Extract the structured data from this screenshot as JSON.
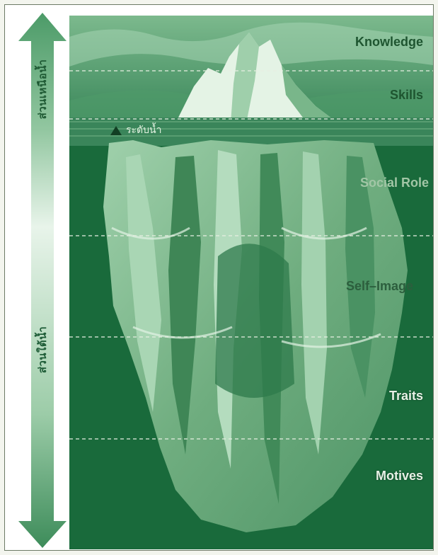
{
  "arrow_labels": {
    "above": "ส่วนเหนือน้ำ",
    "below": "ส่วนใต้น้ำ"
  },
  "waterline_label": "ระดับน้ำ",
  "levels": [
    {
      "label": "Knowledge"
    },
    {
      "label": "Skills"
    },
    {
      "label": "Social Role"
    },
    {
      "label": "Self–Image"
    },
    {
      "label": "Traits"
    },
    {
      "label": "Motives"
    }
  ],
  "colors": {
    "sky": "#3f8a5a",
    "deep_water": "#196a3b",
    "ice": "#bfe0c4",
    "ice_shadow": "#6fae80",
    "arrow": "#3f9460"
  },
  "icons": {
    "waterline_marker": "triangle-marker-icon",
    "arrows": "double-headed-vertical-arrow-icon"
  }
}
